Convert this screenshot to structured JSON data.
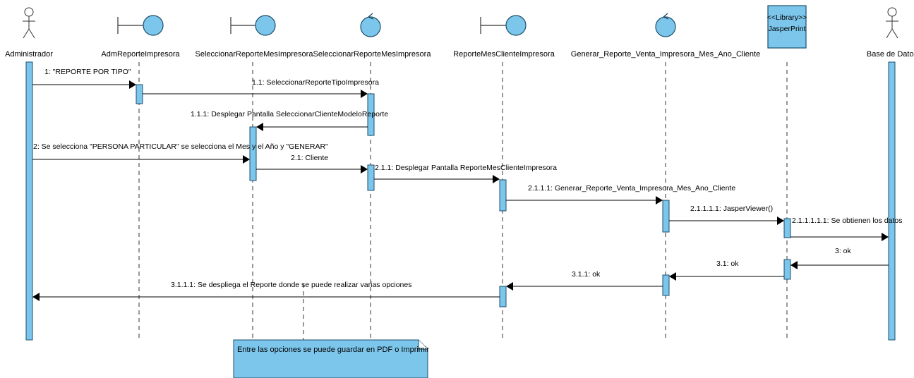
{
  "lifelines": [
    {
      "name": "Administrador",
      "kind": "actor"
    },
    {
      "name": "AdmReporteImpresora",
      "kind": "boundary"
    },
    {
      "name": "SeleccionarReporteMesImpresora",
      "kind": "boundary"
    },
    {
      "name": "SeleccionarReporteMesImpresora",
      "kind": "control"
    },
    {
      "name": "ReporteMesClienteImpresora",
      "kind": "boundary"
    },
    {
      "name": "Generar_Reporte_Venta_Impresora_Mes_Ano_Cliente",
      "kind": "control"
    },
    {
      "name": "JasperPrint",
      "kind": "library",
      "stereotype": "<<Library>>"
    },
    {
      "name": "Base de Datos",
      "kind": "actor"
    }
  ],
  "messages": [
    {
      "label": "1: \"REPORTE POR TIPO\""
    },
    {
      "label": "1.1: SeleccionarReporteTipoImpresora"
    },
    {
      "label": "1.1.1: Desplegar Pantalla SeleccionarClienteModeloReporte"
    },
    {
      "label": "2: Se selecciona \"PERSONA PARTICULAR\" se selecciona el Mes y el Año y \"GENERAR\""
    },
    {
      "label": "2.1: Cliente"
    },
    {
      "label": "2.1.1: Desplegar Pantalla ReporteMesClienteImpresora"
    },
    {
      "label": "2.1.1.1: Generar_Reporte_Venta_Impresora_Mes_Ano_Cliente"
    },
    {
      "label": "2.1.1.1.1: JasperViewer()"
    },
    {
      "label": "2.1.1.1.1.1: Se obtienen los datos"
    },
    {
      "label": "3: ok"
    },
    {
      "label": "3.1: ok"
    },
    {
      "label": "3.1.1: ok"
    },
    {
      "label": "3.1.1.1: Se despliega el Reporte donde se puede realizar varias opciones"
    }
  ],
  "note": {
    "text": "Entre las opciones se puede guardar en PDF o Imprimir"
  },
  "colors": {
    "fill": "#7cc6ec",
    "stroke": "#1d4f6b"
  }
}
